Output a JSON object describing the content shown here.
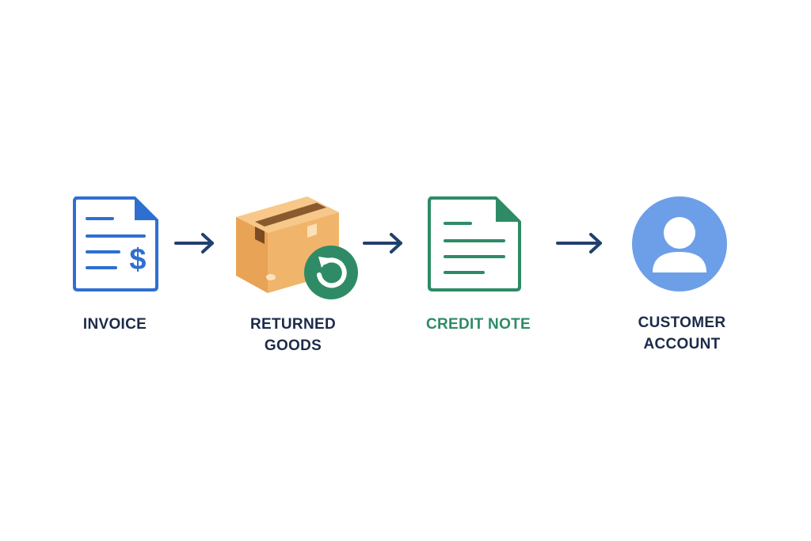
{
  "diagram": {
    "steps": [
      {
        "label": "INVOICE",
        "icon": "invoice-document-icon",
        "color": "#2f6fd1"
      },
      {
        "label": "RETURNED\nGOODS",
        "icon": "return-box-icon",
        "color": "#eeab5c"
      },
      {
        "label": "CREDIT NOTE",
        "icon": "credit-note-document-icon",
        "color": "#2e8b66"
      },
      {
        "label": "CUSTOMER\nACCOUNT",
        "icon": "customer-avatar-icon",
        "color": "#6c9fe8"
      }
    ],
    "connectors": [
      "arrow-right-icon",
      "arrow-right-icon",
      "arrow-right-icon"
    ],
    "colors": {
      "label_text": "#1c2b4a",
      "arrow": "#22406e",
      "invoice_blue": "#2f6fd1",
      "credit_green": "#2e8b66",
      "box_orange": "#eeab5c",
      "avatar_blue": "#6c9fe8"
    }
  }
}
